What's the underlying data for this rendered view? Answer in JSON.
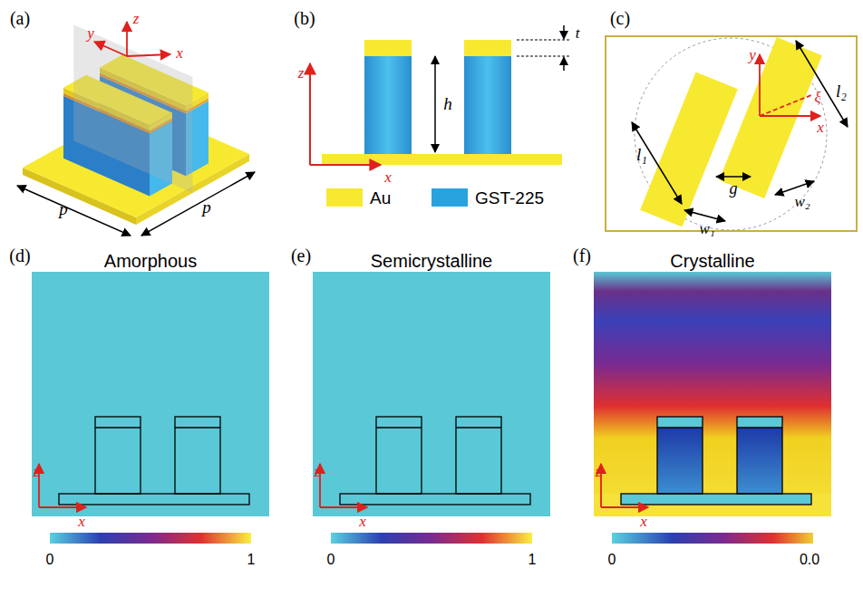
{
  "diagram": {
    "labels": [
      "(a)",
      "y",
      "z",
      "x",
      "p",
      "p",
      "(b)",
      "z",
      "x",
      "t",
      "h",
      "(c)",
      "l₁",
      "l₂",
      "w₁",
      "w₂",
      "g",
      "y",
      "x",
      "ξ",
      "(d)",
      "Amorphous",
      "z",
      "x",
      "0",
      "1",
      "(e)",
      "Semicrystalline",
      "z",
      "x",
      "0",
      "1",
      "(f)",
      "Crystalline",
      "z",
      "x",
      "0",
      "0.0"
    ],
    "legend": [
      {
        "text": "Au",
        "color": "#f7e930"
      },
      {
        "text": "GST-225",
        "color": "#29a3e0"
      }
    ]
  }
}
